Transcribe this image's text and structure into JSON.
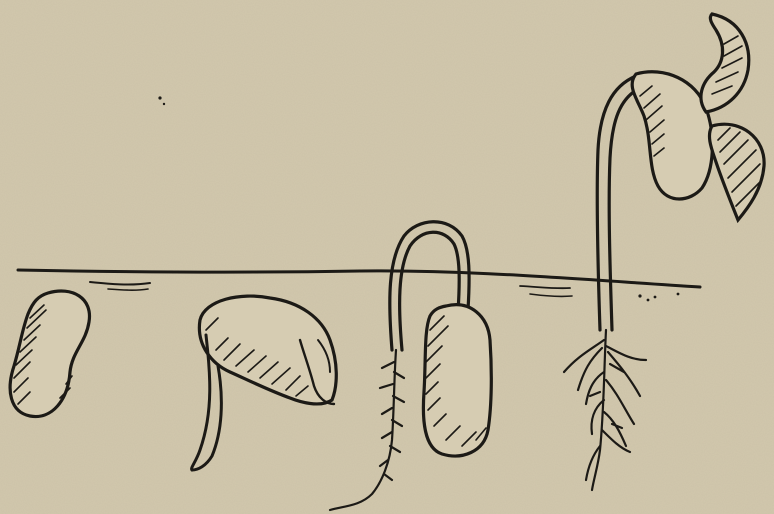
{
  "figure": {
    "subject": "bean-germination-sequence",
    "stages": [
      {
        "id": "seed"
      },
      {
        "id": "radicle-emerging"
      },
      {
        "id": "hypocotyl-arch"
      },
      {
        "id": "seedling"
      }
    ],
    "colors": {
      "paper": "#d2c8ad",
      "ink": "#1c1a16",
      "seed_fill": "#d6ccb2"
    }
  }
}
